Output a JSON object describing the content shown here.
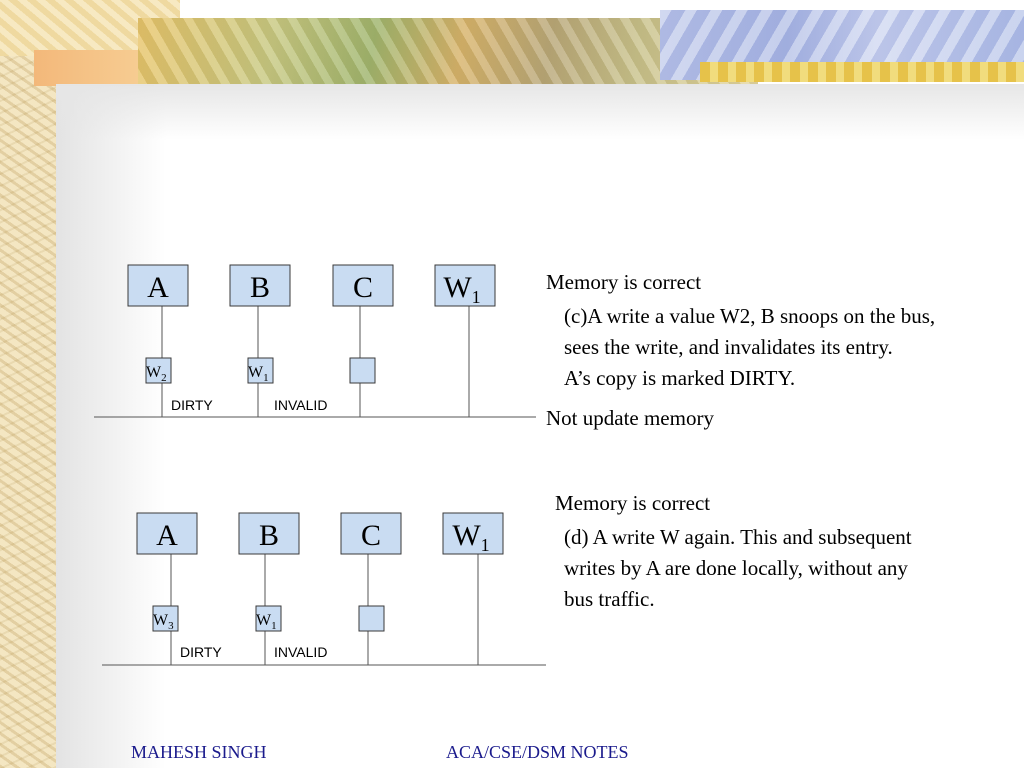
{
  "diagram_c": {
    "processors": [
      {
        "main": "A",
        "sub": ""
      },
      {
        "main": "B",
        "sub": ""
      },
      {
        "main": "C",
        "sub": ""
      },
      {
        "main": "W",
        "sub": "1"
      }
    ],
    "caches": [
      {
        "main": "W",
        "sub": "2"
      },
      {
        "main": "W",
        "sub": "1"
      },
      {
        "main": "",
        "sub": ""
      }
    ],
    "states": [
      "DIRTY",
      "INVALID"
    ],
    "memory_status": "Memory is correct",
    "description_lines": [
      "(c)A write a value W2, B snoops on the bus,",
      "sees the write, and invalidates its entry.",
      "A’s copy is marked DIRTY."
    ],
    "bus_note": "Not update memory"
  },
  "diagram_d": {
    "processors": [
      {
        "main": "A",
        "sub": ""
      },
      {
        "main": "B",
        "sub": ""
      },
      {
        "main": "C",
        "sub": ""
      },
      {
        "main": "W",
        "sub": "1"
      }
    ],
    "caches": [
      {
        "main": "W",
        "sub": "3"
      },
      {
        "main": "W",
        "sub": "1"
      },
      {
        "main": "",
        "sub": ""
      }
    ],
    "states": [
      "DIRTY",
      "INVALID"
    ],
    "memory_status": "Memory is correct",
    "description_lines": [
      "(d) A write W again. This and subsequent",
      "writes by A are done locally, without any",
      "bus traffic."
    ]
  },
  "footer": {
    "author": "MAHESH SINGH",
    "course": "ACA/CSE/DSM NOTES"
  },
  "colors": {
    "box_fill": "#c9dcf2",
    "box_stroke": "#3a3a3a",
    "line": "#555555",
    "footer_text": "#1a1a8c"
  }
}
